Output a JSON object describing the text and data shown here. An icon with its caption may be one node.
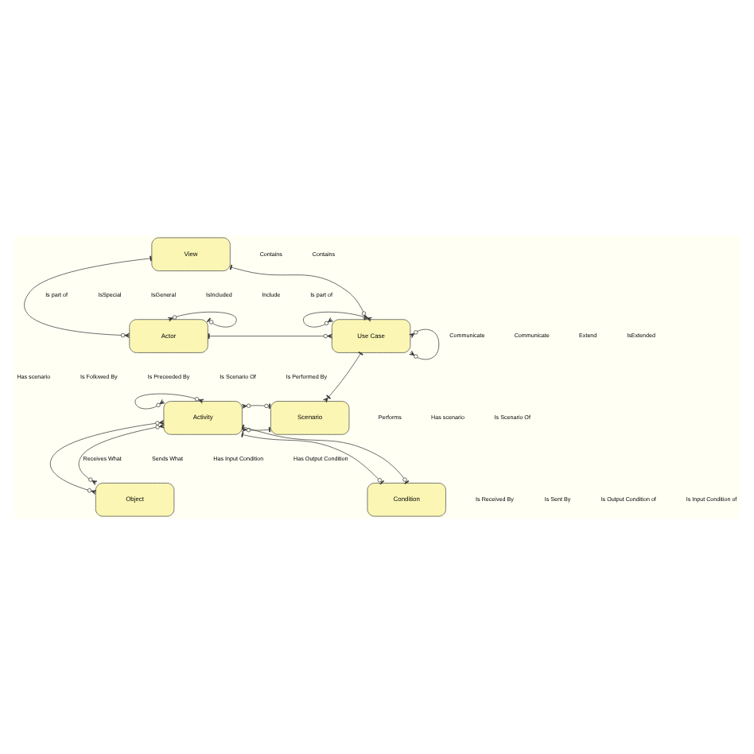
{
  "diagram": {
    "nodes": [
      {
        "text": [
          "View"
        ]
      },
      {
        "text": [
          "Actor"
        ]
      },
      {
        "text": [
          "Use Case"
        ]
      },
      {
        "text": [
          "Activity"
        ]
      },
      {
        "text": [
          "Scenario"
        ]
      },
      {
        "text": [
          "Object"
        ]
      },
      {
        "text": [
          "Condition"
        ]
      }
    ],
    "edges": [
      {
        "from": 0,
        "to": 1,
        "arrow": "other"
      },
      {
        "from": 0,
        "to": 2,
        "arrow": "other"
      },
      {
        "from": 1,
        "to": 1,
        "arrow": "other"
      },
      {
        "from": 1,
        "to": 2,
        "arrow": "other"
      },
      {
        "from": 2,
        "to": 2,
        "arrow": "other"
      },
      {
        "from": 2,
        "to": 2,
        "arrow": "other"
      },
      {
        "from": 2,
        "to": 4,
        "arrow": "other"
      },
      {
        "from": 3,
        "to": 3,
        "arrow": "other"
      },
      {
        "from": 3,
        "to": 4,
        "arrow": "other"
      },
      {
        "from": 3,
        "to": 4,
        "arrow": "other"
      },
      {
        "from": 3,
        "to": 5,
        "arrow": "other"
      },
      {
        "from": 3,
        "to": 5,
        "arrow": "other"
      },
      {
        "from": 3,
        "to": 6,
        "arrow": "other"
      },
      {
        "from": 3,
        "to": 6,
        "arrow": "other"
      }
    ],
    "labels": [
      "Contains",
      "Contains",
      "Is part of",
      "IsSpecial",
      "IsGeneral",
      "IsIncluded",
      "Include",
      "Is part of",
      "Communicate",
      "Communicate",
      "Extend",
      "IsExtended",
      "Has scenario",
      "Is Followed By",
      "Is Preceeded By",
      "Is Scenario Of",
      "Is Performed By",
      "Performs",
      "Has scenario",
      "Is Scenario Of",
      "Receives What",
      "Sends What",
      "Has Input Condition",
      "Has Output Condition",
      "Is Received By",
      "Is Sent By",
      "Is Output Condition of",
      "Is Input Condition of"
    ]
  }
}
